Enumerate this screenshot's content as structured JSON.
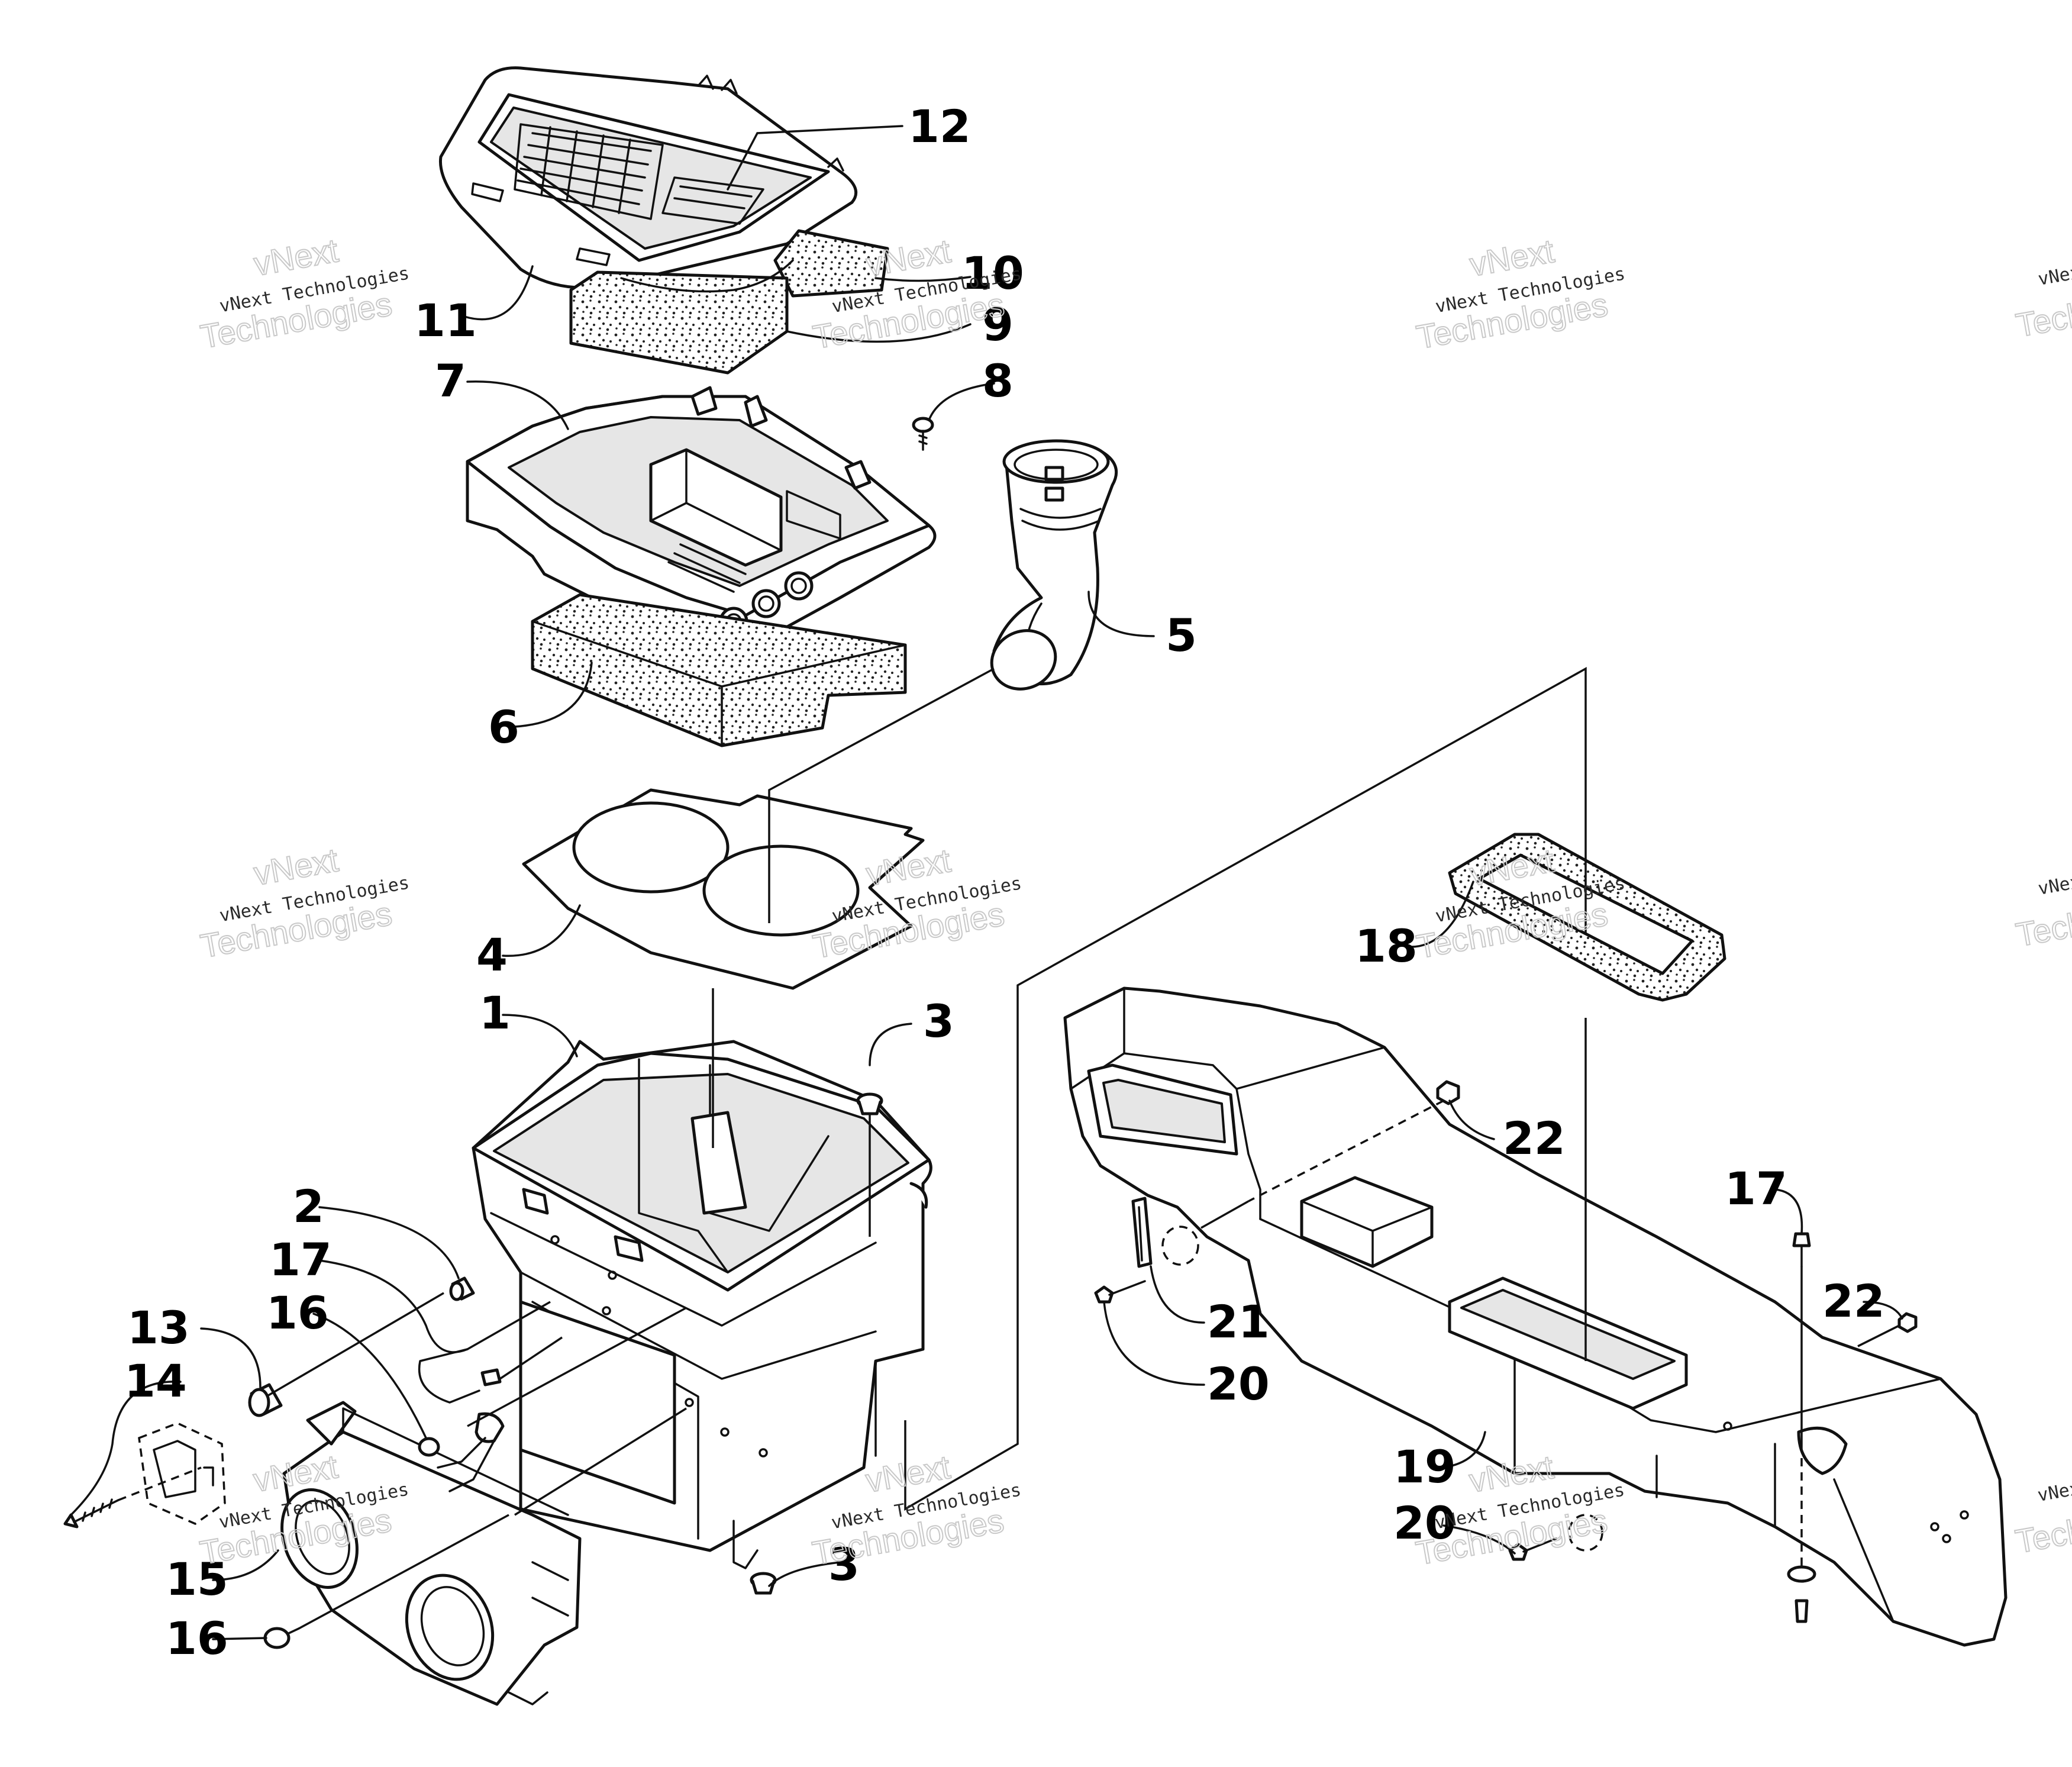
{
  "callouts": [
    {
      "id": "c1",
      "label": "1"
    },
    {
      "id": "c2",
      "label": "2"
    },
    {
      "id": "c3a",
      "label": "3"
    },
    {
      "id": "c3b",
      "label": "3"
    },
    {
      "id": "c4",
      "label": "4"
    },
    {
      "id": "c5",
      "label": "5"
    },
    {
      "id": "c6",
      "label": "6"
    },
    {
      "id": "c7",
      "label": "7"
    },
    {
      "id": "c8",
      "label": "8"
    },
    {
      "id": "c9",
      "label": "9"
    },
    {
      "id": "c10",
      "label": "10"
    },
    {
      "id": "c11",
      "label": "11"
    },
    {
      "id": "c12",
      "label": "12"
    },
    {
      "id": "c13",
      "label": "13"
    },
    {
      "id": "c14",
      "label": "14"
    },
    {
      "id": "c15",
      "label": "15"
    },
    {
      "id": "c16a",
      "label": "16"
    },
    {
      "id": "c16b",
      "label": "16"
    },
    {
      "id": "c17a",
      "label": "17"
    },
    {
      "id": "c17b",
      "label": "17"
    },
    {
      "id": "c18",
      "label": "18"
    },
    {
      "id": "c19",
      "label": "19"
    },
    {
      "id": "c20a",
      "label": "20"
    },
    {
      "id": "c20b",
      "label": "20"
    },
    {
      "id": "c21",
      "label": "21"
    },
    {
      "id": "c22a",
      "label": "22"
    },
    {
      "id": "c22b",
      "label": "22"
    }
  ],
  "watermark": {
    "line1": "vNext",
    "line2": "vNext Technologies",
    "line3": "Technologies"
  }
}
